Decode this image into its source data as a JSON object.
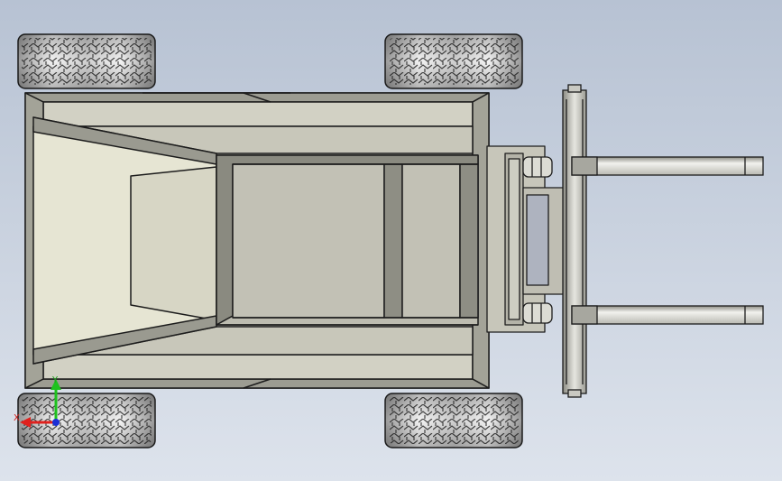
{
  "viewport": {
    "background_top": "#b7c2d3",
    "background_bottom": "#dde3ec",
    "model": "forklift-top-view"
  },
  "colors": {
    "body_light": "#cfcec0",
    "body_mid": "#b8b8ac",
    "body_dark": "#7e7e74",
    "panel_fill": "#e6e5d3",
    "outline": "#1c1c1c",
    "tire_light": "#f2f2f2",
    "tire_dark": "#8a8a8a",
    "axis_x": "#e0211d",
    "axis_y": "#1ec21e",
    "axis_z": "#1b2fd6"
  },
  "triad": {
    "x_label": "X",
    "y_label": "Y"
  }
}
